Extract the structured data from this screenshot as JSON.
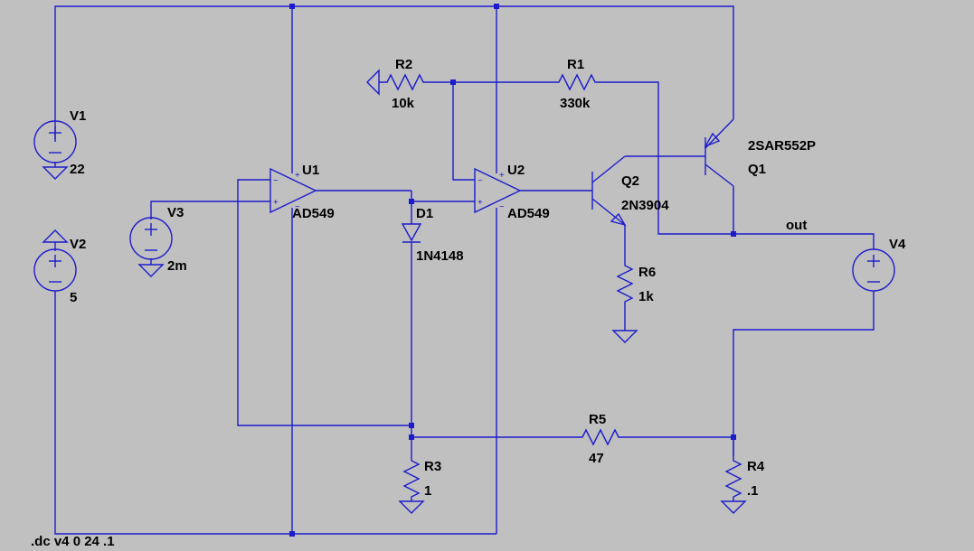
{
  "schematic": {
    "V1": {
      "name": "V1",
      "value": "22"
    },
    "V2": {
      "name": "V2",
      "value": "5"
    },
    "V3": {
      "name": "V3",
      "value": "2m"
    },
    "V4": {
      "name": "V4"
    },
    "U1": {
      "name": "U1",
      "model": "AD549"
    },
    "U2": {
      "name": "U2",
      "model": "AD549"
    },
    "D1": {
      "name": "D1",
      "model": "1N4148"
    },
    "Q1": {
      "name": "Q1",
      "model": "2SAR552P"
    },
    "Q2": {
      "name": "Q2",
      "model": "2N3904"
    },
    "R1": {
      "name": "R1",
      "value": "330k"
    },
    "R2": {
      "name": "R2",
      "value": "10k"
    },
    "R3": {
      "name": "R3",
      "value": "1"
    },
    "R4": {
      "name": "R4",
      "value": ".1"
    },
    "R5": {
      "name": "R5",
      "value": "47"
    },
    "R6": {
      "name": "R6",
      "value": "1k"
    },
    "net_out": "out",
    "directive": ".dc v4 0 24 .1"
  },
  "colors": {
    "background": "#c0c0c0",
    "wire": "#1c1ccc",
    "text": "#000000"
  }
}
